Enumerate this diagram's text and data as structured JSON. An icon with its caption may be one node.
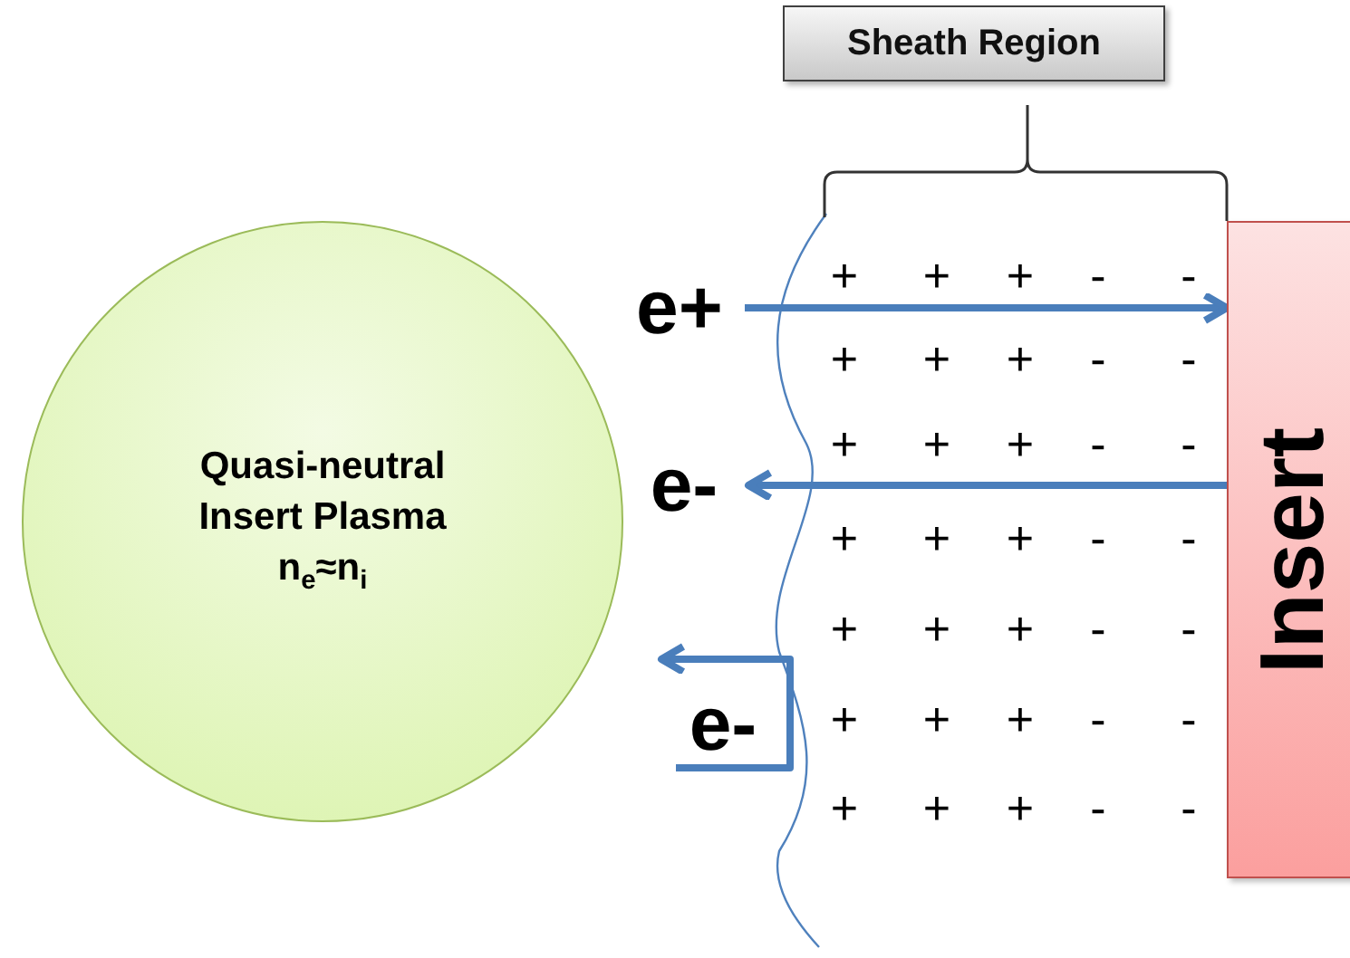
{
  "diagram": {
    "nodes": [
      {
        "text": [
          "Sheath Region"
        ]
      },
      {
        "text": [
          "Quasi-neutral Insert Plasma",
          "n$_{e}$≈n$_{i}$"
        ]
      },
      {
        "text": [
          "Insert"
        ]
      },
      {
        "text": [
          "e+"
        ]
      },
      {
        "text": [
          "e-"
        ]
      },
      {
        "text": [
          "e-"
        ]
      }
    ],
    "edges": [
      {
        "from": 3,
        "to": 2,
        "arrow": "to"
      },
      {
        "from": 2,
        "to": 4,
        "arrow": "to"
      },
      {
        "from": 5,
        "to": 5,
        "arrow": "to"
      }
    ],
    "labels": [
      "+",
      "+",
      "+",
      "-",
      "-",
      "+",
      "+",
      "+",
      "-",
      "-",
      "+",
      "+",
      "+",
      "-",
      "-",
      "+",
      "+",
      "+",
      "-",
      "-",
      "+",
      "+",
      "+",
      "-",
      "-",
      "+",
      "+",
      "+",
      "-",
      "-",
      "+",
      "+",
      "+",
      "-",
      "-"
    ]
  }
}
